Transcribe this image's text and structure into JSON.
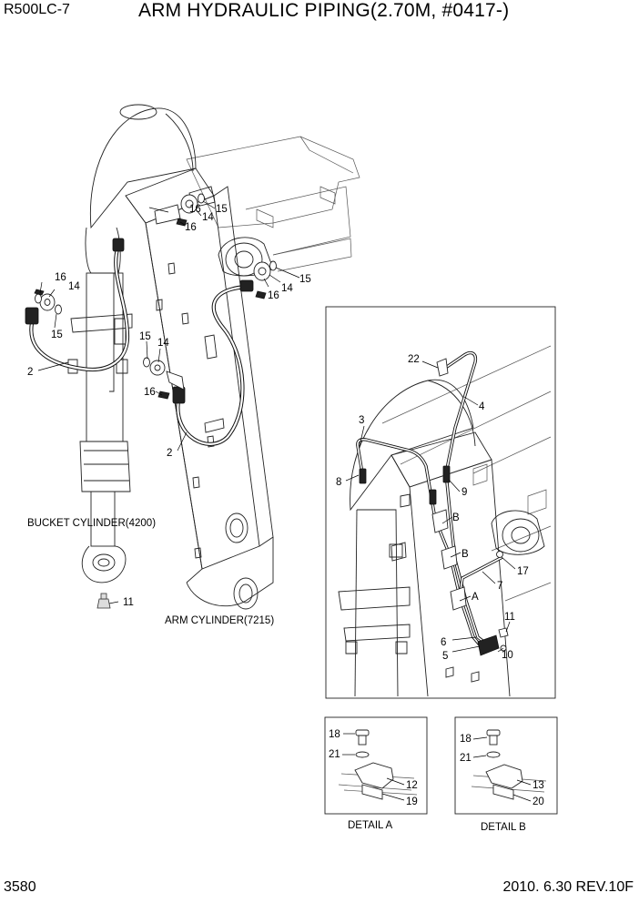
{
  "header": {
    "model": "R500LC-7",
    "title": "ARM HYDRAULIC PIPING(2.70M, #0417-)"
  },
  "footer": {
    "page": "3580",
    "revision": "2010. 6.30  REV.10F"
  },
  "labels": {
    "bucket_cylinder": "BUCKET CYLINDER(4200)",
    "arm_cylinder": "ARM CYLINDER(7215)",
    "detail_a": "DETAIL A",
    "detail_b": "DETAIL B",
    "detail_marker_a": "A",
    "detail_marker_b": "B"
  },
  "callouts": {
    "n2": "2",
    "n3": "3",
    "n4": "4",
    "n5": "5",
    "n6": "6",
    "n7": "7",
    "n8": "8",
    "n9": "9",
    "n10": "10",
    "n11": "11",
    "n12": "12",
    "n13": "13",
    "n14": "14",
    "n15": "15",
    "n16": "16",
    "n17": "17",
    "n18": "18",
    "n19": "19",
    "n20": "20",
    "n21": "21",
    "n22": "22"
  }
}
